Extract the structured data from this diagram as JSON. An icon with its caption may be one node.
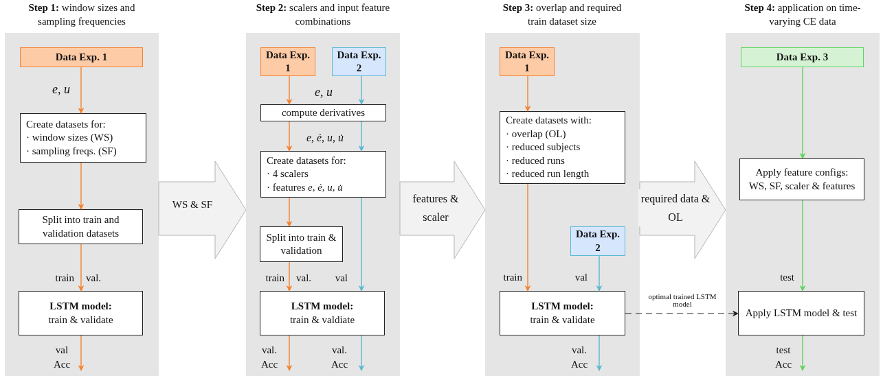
{
  "diagram": {
    "nodes": [
      {
        "text": [
          "**Step 1:** window sizes and sampling frequencies"
        ]
      },
      {
        "text": [
          "Data Exp. 1"
        ],
        "in": 0
      },
      {
        "text": [
          "Create datasets for:",
          "· window sizes (WS)",
          "· sampling freqs. (SF)"
        ],
        "in": 0
      },
      {
        "text": [
          "Split into train and validation datasets"
        ],
        "in": 0
      },
      {
        "text": [
          "LSTM model:",
          "train & validate"
        ],
        "in": 0
      },
      {
        "text": [
          "**Step 2:** scalers and input feature combinations"
        ]
      },
      {
        "text": [
          "Data Exp. 1"
        ],
        "in": 5
      },
      {
        "text": [
          "Data Exp. 2"
        ],
        "in": 5
      },
      {
        "text": [
          "compute derivatives"
        ],
        "in": 5
      },
      {
        "text": [
          "Create datasets for:",
          "·  4 scalers",
          "·  features *e, ė, u, u̇*"
        ],
        "in": 5
      },
      {
        "text": [
          "Split into train & validation"
        ],
        "in": 5
      },
      {
        "text": [
          "LSTM model:",
          "train & valdiate"
        ],
        "in": 5
      },
      {
        "text": [
          "**Step 3:** overlap and required train dataset size"
        ]
      },
      {
        "text": [
          "Data Exp. 1"
        ],
        "in": 12
      },
      {
        "text": [
          "Create datasets with:",
          "· overlap (OL)",
          "· reduced subjects",
          "· reduced runs",
          "· reduced run length"
        ],
        "in": 12
      },
      {
        "text": [
          "Data Exp. 2"
        ],
        "in": 12
      },
      {
        "text": [
          "LSTM model:",
          "train & validate"
        ],
        "in": 12
      },
      {
        "text": [
          "**Step 4:** application on time-varying CE data"
        ]
      },
      {
        "text": [
          "Data Exp. 3"
        ],
        "in": 17
      },
      {
        "text": [
          "Apply feature configs:",
          "WS, SF, scaler & features"
        ],
        "in": 17
      },
      {
        "text": [
          "Apply LSTM model & test"
        ],
        "in": 17
      }
    ],
    "edges": [
      {
        "from": 1,
        "to": 2,
        "arrow": "to",
        "label": "e, u"
      },
      {
        "from": 2,
        "to": 3,
        "arrow": "to"
      },
      {
        "from": 3,
        "to": 4,
        "arrow": "to"
      },
      {
        "from": 4,
        "to": null,
        "arrow": "to",
        "label": "val Acc"
      },
      {
        "from": 0,
        "to": 5,
        "arrow": "to",
        "label": "WS & SF",
        "style": "thick",
        "color": "#b3b3b3"
      },
      {
        "from": 6,
        "to": 8,
        "arrow": "to"
      },
      {
        "from": 7,
        "to": 8,
        "arrow": "to",
        "color": "#5bb8d0"
      },
      {
        "from": 8,
        "to": 9,
        "arrow": "to"
      },
      {
        "from": 8,
        "to": 9,
        "arrow": "to",
        "color": "#5bb8d0"
      },
      {
        "from": 9,
        "to": 10,
        "arrow": "to"
      },
      {
        "from": 9,
        "to": 11,
        "arrow": "to",
        "label": "val",
        "color": "#5bb8d0"
      },
      {
        "from": 10,
        "to": 11,
        "arrow": "to"
      },
      {
        "from": 11,
        "to": null,
        "arrow": "to",
        "label": "val. Acc"
      },
      {
        "from": 11,
        "to": null,
        "arrow": "to",
        "label": "val. Acc",
        "color": "#5bb8d0"
      },
      {
        "from": 5,
        "to": 12,
        "arrow": "to",
        "label": "features & scaler",
        "style": "thick",
        "color": "#b3b3b3"
      },
      {
        "from": 13,
        "to": 14,
        "arrow": "to"
      },
      {
        "from": 14,
        "to": 16,
        "arrow": "to",
        "label": "train"
      },
      {
        "from": 15,
        "to": 16,
        "arrow": "to",
        "label": "val",
        "color": "#5bb8d0"
      },
      {
        "from": 16,
        "to": null,
        "arrow": "to",
        "label": "val. Acc",
        "color": "#5bb8d0"
      },
      {
        "from": 12,
        "to": 17,
        "arrow": "to",
        "label": "required data & OL",
        "style": "thick",
        "color": "#b3b3b3"
      },
      {
        "from": 16,
        "to": 20,
        "arrow": "to",
        "label": "optimal trained LSTM model",
        "style": "dashed",
        "color": "#222222"
      },
      {
        "from": 18,
        "to": 19,
        "arrow": "to",
        "color": "#5fd35f"
      },
      {
        "from": 19,
        "to": 20,
        "arrow": "to",
        "label": "test",
        "color": "#5fd35f"
      },
      {
        "from": 20,
        "to": null,
        "arrow": "to",
        "label": "test Acc",
        "color": "#5fd35f"
      }
    ],
    "labels": [
      "train",
      "val.",
      "e, u",
      "e, ė, u, u̇",
      "train",
      "val."
    ]
  }
}
